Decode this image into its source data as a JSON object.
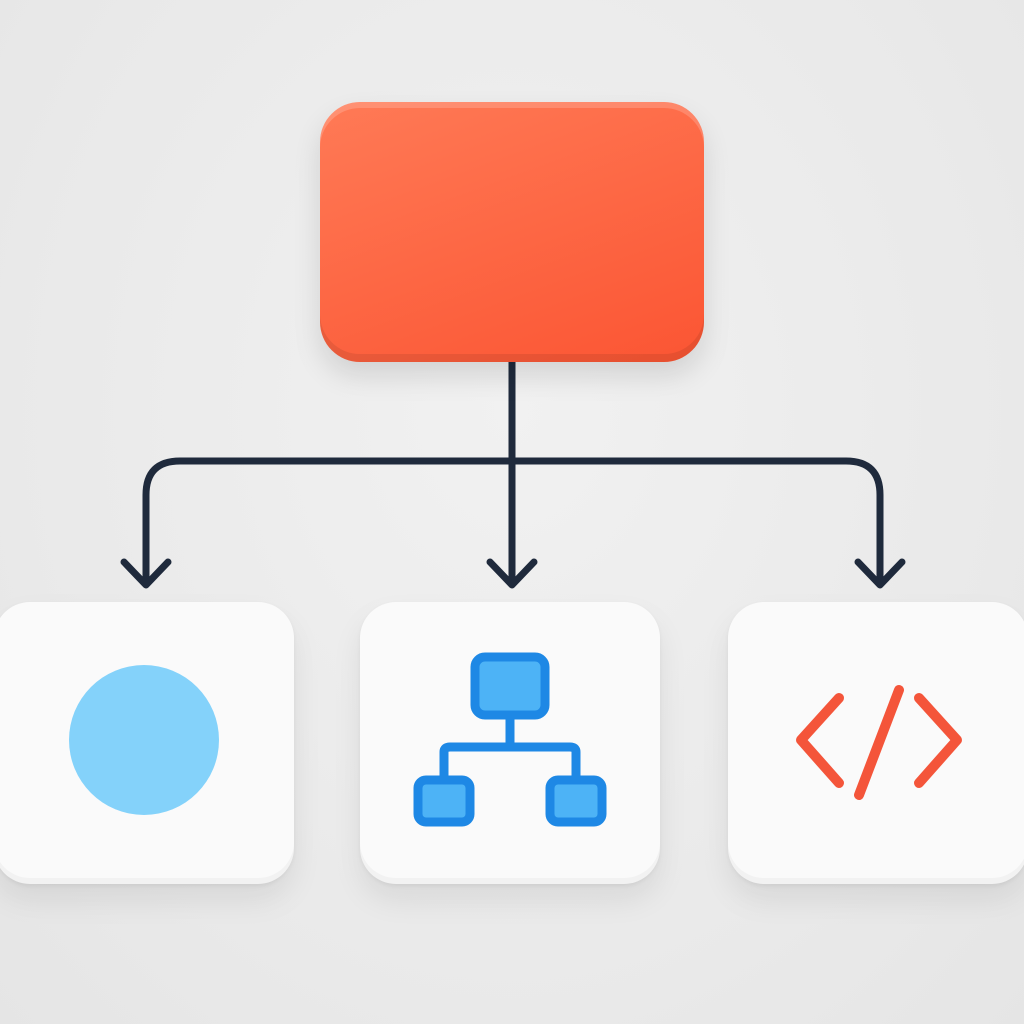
{
  "colors": {
    "background": "#ececec",
    "root_fill_top": "#ff7a56",
    "root_fill_bottom": "#fb5533",
    "connector": "#1f2a3c",
    "card_fill": "#fafafa",
    "circle": "#84d2fa",
    "network_fill": "#4db3f6",
    "network_stroke": "#1e88e5",
    "code": "#f4553a"
  },
  "nodes": {
    "root": {
      "icon": "none"
    },
    "children": [
      {
        "id": "left",
        "icon": "circle-icon"
      },
      {
        "id": "center",
        "icon": "network-icon"
      },
      {
        "id": "right",
        "icon": "code-icon"
      }
    ]
  }
}
